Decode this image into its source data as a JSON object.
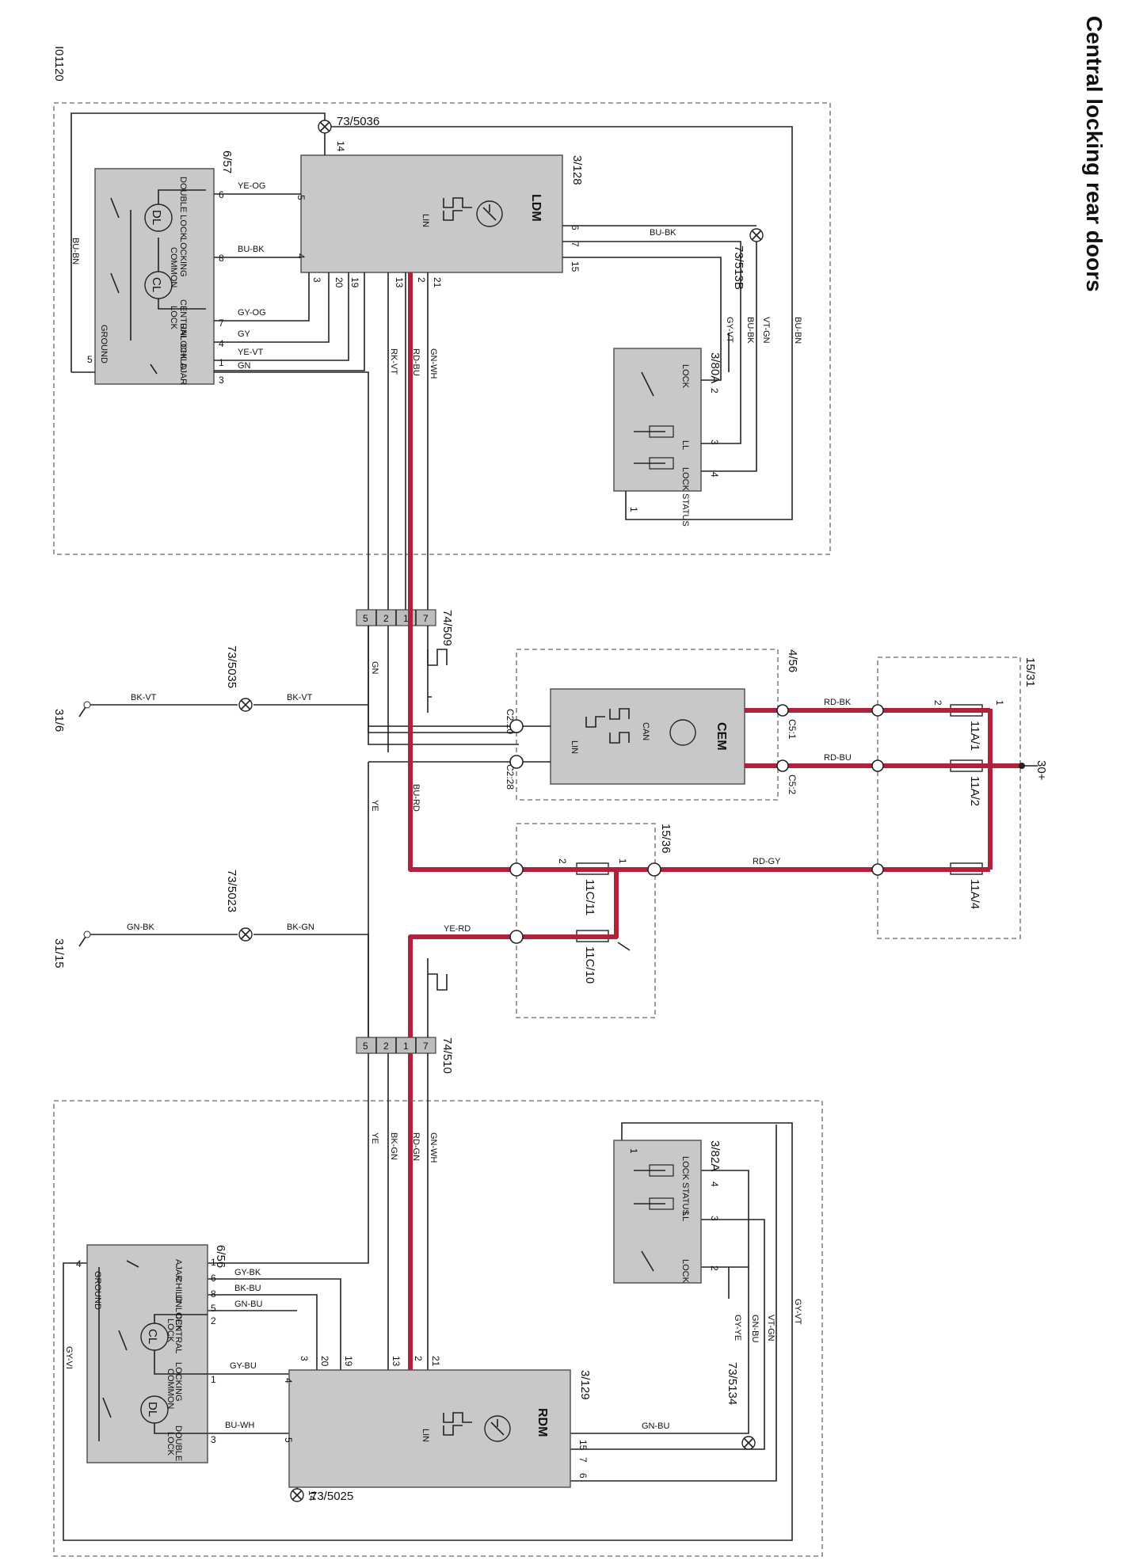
{
  "title": "Central locking rear doors",
  "diagram_id": "I01120",
  "colors": {
    "power_wire": "#b0223c",
    "module_fill": "#c8c8c8",
    "wire": "#222222"
  },
  "icons": [
    "ground-point-icon",
    "module-signal-icon",
    "lin-waveform-icon",
    "can-waveform-icon"
  ],
  "ldm": {
    "name": "LDM",
    "ref": "3/128",
    "lin": "LIN",
    "ground_ref": "73/5036",
    "splice_ref": "73/513B",
    "pins": {
      "p14": "14",
      "p5": "5",
      "p4": "4",
      "p3": "3",
      "p20": "20",
      "p19": "19",
      "p13": "13",
      "p2": "2",
      "p21": "21",
      "p6": "6",
      "p7": "7",
      "p15": "15"
    }
  },
  "lock_front": {
    "ref": "6/57",
    "labels": {
      "double_lock": "DOUBLE LOCK",
      "locking": "LOCKING",
      "common": "COMMON",
      "central": "CENTRAL",
      "lock": "LOCK",
      "unlock": "UNLOCK",
      "child": "CHILD",
      "ajar": "AJAR",
      "ground": "GROUND",
      "dl": "DL",
      "cl": "CL"
    },
    "pins": {
      "p6": "6",
      "p8": "8",
      "p7": "7",
      "p4": "4",
      "p1": "1",
      "p3": "3",
      "p5": "5"
    },
    "wires": {
      "ye_og": "YE-OG",
      "bu_bk": "BU-BK",
      "gy_og": "GY-OG",
      "gy": "GY",
      "ye_vt": "YE-VT",
      "gn": "GN",
      "bu_bn": "BU-BN"
    }
  },
  "switch_front": {
    "ref": "3/80A",
    "labels": {
      "lock": "LOCK",
      "ll": "LL",
      "lock_status": "LOCK STATUS"
    },
    "pins": {
      "p2": "2",
      "p3": "3",
      "p4": "4",
      "p1": "1"
    },
    "wires": {
      "bu_bk": "BU-BK",
      "gy_vt": "GY-VT",
      "bu_bk2": "BU-BK",
      "vt_gn": "VT-GN",
      "bu_bn": "BU-BN"
    }
  },
  "conn_509": {
    "ref": "74/509",
    "pins": {
      "p5": "5",
      "p2": "2",
      "p1": "1",
      "p7": "7"
    },
    "wires": {
      "gn_wh": "GN-WH",
      "rd_bu": "RD-BU",
      "rk_vt": "RK-VT",
      "gn": "GN"
    }
  },
  "ground_31_6": {
    "ref": "31/6",
    "splice": "73/5035",
    "wire1": "BK-VT",
    "wire2": "BK-VT"
  },
  "ground_31_15": {
    "ref": "31/15",
    "splice": "73/5023",
    "wire1": "GN-BK",
    "wire2": "BK-GN"
  },
  "cem": {
    "name": "CEM",
    "ref": "4/56",
    "lin": "LIN",
    "can": "CAN",
    "pins": {
      "c210": "C2:10",
      "c228": "C2:28",
      "c51": "C5:1",
      "c52": "C5:2"
    },
    "wires": {
      "rd_bk": "RD-BK",
      "rd_bu": "RD-BU",
      "ye": "YE",
      "bu_rd": "BU-RD"
    }
  },
  "fusebox_15_31": {
    "ref": "15/31",
    "f1": "11A/1",
    "f2": "11A/2",
    "f4": "11A/4",
    "supply": "30+",
    "pin1": "1",
    "pin2": "2",
    "wire_rd_gy": "RD-GY"
  },
  "fusebox_15_36": {
    "ref": "15/36",
    "f11": "11C/11",
    "f10": "11C/10",
    "pin1": "1",
    "pin2": "2",
    "wire_ye_rd": "YE-RD"
  },
  "conn_510": {
    "ref": "74/510",
    "pins": {
      "p5": "5",
      "p2": "2",
      "p1": "1",
      "p7": "7"
    },
    "wires": {
      "ye": "YE",
      "bk_gn": "BK-GN",
      "rd_gn": "RD-GN",
      "gn_wh": "GN-WH"
    }
  },
  "rdm": {
    "name": "RDM",
    "ref": "3/129",
    "lin": "LIN",
    "ground_ref": "73/5025",
    "splice_ref": "73/5134",
    "pins": {
      "p3": "3",
      "p20": "20",
      "p19": "19",
      "p13": "13",
      "p2": "2",
      "p21": "21",
      "p4": "4",
      "p5": "5",
      "p14": "14",
      "p15": "15",
      "p7": "7",
      "p6": "6"
    }
  },
  "lock_rear": {
    "ref": "6/56",
    "labels": {
      "ajar": "AJAR",
      "child": "CHILD",
      "unlock": "UNLOCK",
      "central": "CENTRAL",
      "lock": "LOCK",
      "locking": "LOCKING",
      "common": "COMMON",
      "double": "DOUBLE",
      "lock2": "LOCK",
      "ground": "GROUND",
      "cl": "CL",
      "dl": "DL"
    },
    "pins": {
      "p1": "1",
      "p6": "6",
      "p8": "8",
      "p5": "5",
      "p2": "2",
      "p1b": "1",
      "p3": "3",
      "p4": "4"
    },
    "wires": {
      "gy_bk": "GY-BK",
      "bk_bu": "BK-BU",
      "gn_bu": "GN-BU",
      "gy_bu": "GY-BU",
      "bu_wh": "BU-WH",
      "gy_vi": "GY-VI"
    }
  },
  "switch_rear": {
    "ref": "3/82A",
    "labels": {
      "lock_status": "LOCK STATUS",
      "ll": "LL",
      "lock": "LOCK"
    },
    "pins": {
      "p4": "4",
      "p3": "3",
      "p2": "2",
      "p1": "1"
    },
    "wires": {
      "gy_ye": "GY-YE",
      "gn_bu": "GN-BU",
      "vt_gn": "VT-GN",
      "gy_vt": "GY-VT",
      "gn_bu2": "GN-BU"
    }
  }
}
